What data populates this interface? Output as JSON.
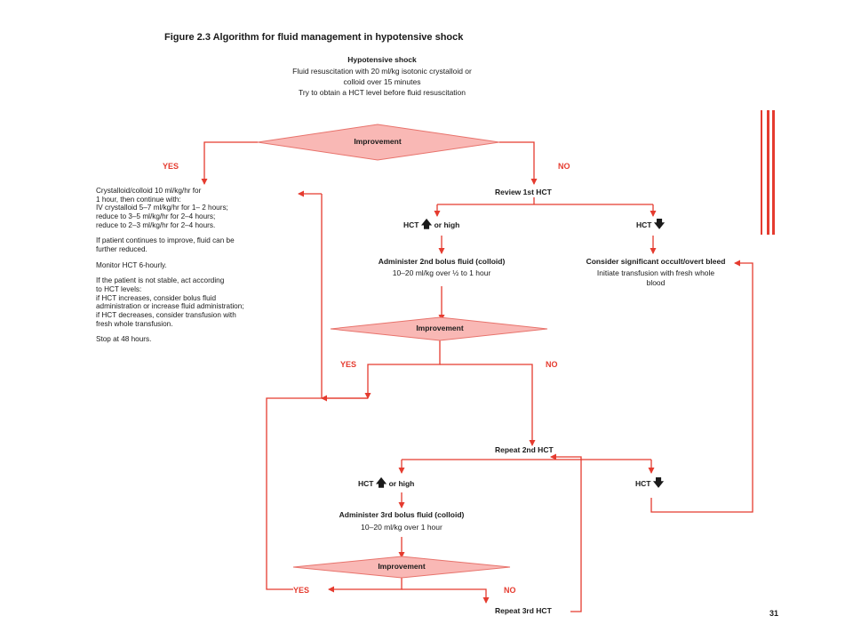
{
  "figure_title": "Figure 2.3 Algorithm for fluid management in hypotensive shock",
  "intro": {
    "heading": "Hypotensive shock",
    "lines": [
      "Fluid resuscitation with 20 ml/kg isotonic crystalloid or",
      "colloid over 15 minutes",
      "Try to obtain a HCT level before fluid resuscitation"
    ]
  },
  "decision_1": "Improvement",
  "decision_2": "Improvement",
  "decision_3": "Improvement",
  "yes": "YES",
  "no": "NO",
  "left_instructions": [
    "Crystalloid/colloid 10 ml/kg/hr for",
    "1 hour, then continue with:",
    "IV crystalloid 5–7 ml/kg/hr for 1– 2 hours;",
    "reduce to 3–5 ml/kg/hr for 2–4 hours;",
    "reduce to 2–3 ml/kg/hr for 2–4 hours.",
    "",
    "If patient continues to improve, fluid can be",
    "further reduced.",
    "",
    "Monitor HCT 6-hourly.",
    "",
    "If the patient is not stable, act according",
    "to HCT levels:",
    "if HCT increases, consider bolus fluid",
    "administration or increase fluid administration;",
    "if HCT decreases, consider transfusion with",
    "fresh whole transfusion.",
    "",
    "Stop at 48 hours."
  ],
  "review_1st_hct": "Review 1st HCT",
  "hct": "HCT",
  "or_high": "or high",
  "admin_2nd": {
    "title": "Administer 2nd bolus fluid (colloid)",
    "detail": "10–20 ml/kg over ½ to 1 hour"
  },
  "consider_bleed": {
    "title": "Consider significant occult/overt bleed",
    "detail_lines": [
      "Initiate transfusion with fresh whole",
      "blood"
    ]
  },
  "repeat_2nd_hct": "Repeat 2nd HCT",
  "admin_3rd": {
    "title": "Administer 3rd bolus fluid (colloid)",
    "detail": "10–20 ml/kg over 1 hour"
  },
  "repeat_3rd_hct": "Repeat 3rd HCT",
  "page_number": "31",
  "colors": {
    "line": "#e53b2f",
    "diamond_fill": "#f9b8b5",
    "diamond_stroke": "#e8736c",
    "text": "#1a1a1a"
  },
  "icons": {
    "up": "arrow-up-icon",
    "down": "arrow-down-icon"
  }
}
